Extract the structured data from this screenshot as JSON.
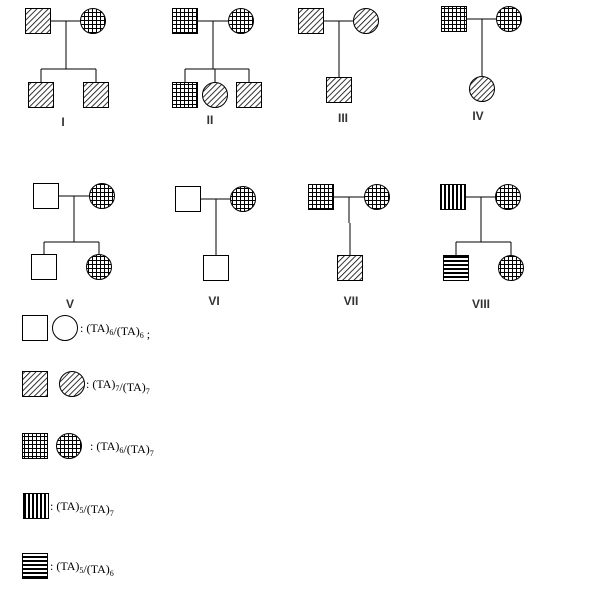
{
  "patterns": {
    "white": "plain",
    "diag": "diagonal-hatch",
    "grid": "grid-hatch",
    "vert": "vertical-stripes",
    "horiz": "horizontal-stripes"
  },
  "families": [
    {
      "label": "I",
      "father": "diag",
      "mother": "grid",
      "children": [
        {
          "sex": "M",
          "pattern": "diag"
        },
        {
          "sex": "M",
          "pattern": "diag"
        }
      ]
    },
    {
      "label": "II",
      "father": "grid",
      "mother": "grid",
      "children": [
        {
          "sex": "M",
          "pattern": "grid"
        },
        {
          "sex": "F",
          "pattern": "diag"
        },
        {
          "sex": "M",
          "pattern": "diag"
        }
      ]
    },
    {
      "label": "III",
      "father": "diag",
      "mother": "diag",
      "children": [
        {
          "sex": "M",
          "pattern": "diag"
        }
      ]
    },
    {
      "label": "IV",
      "father": "grid",
      "mother": "grid",
      "children": [
        {
          "sex": "F",
          "pattern": "diag"
        }
      ]
    },
    {
      "label": "V",
      "father": "white",
      "mother": "grid",
      "children": [
        {
          "sex": "M",
          "pattern": "white"
        },
        {
          "sex": "F",
          "pattern": "grid"
        }
      ]
    },
    {
      "label": "VI",
      "father": "white",
      "mother": "grid",
      "children": [
        {
          "sex": "M",
          "pattern": "white"
        }
      ]
    },
    {
      "label": "VII",
      "father": "grid",
      "mother": "grid",
      "children": [
        {
          "sex": "M",
          "pattern": "diag"
        }
      ]
    },
    {
      "label": "VIII",
      "father": "vert",
      "mother": "grid",
      "children": [
        {
          "sex": "M",
          "pattern": "horiz"
        },
        {
          "sex": "F",
          "pattern": "grid"
        }
      ]
    }
  ],
  "legend": [
    {
      "symbols": [
        "M:white",
        "F:white"
      ],
      "prefix": ": ",
      "a1": "(TA)",
      "s1": "6",
      "mid": "/(TA)",
      "s2": "6",
      "suffix": " ;"
    },
    {
      "symbols": [
        "M:diag",
        "F:diag"
      ],
      "prefix": ": ",
      "a1": "(TA)",
      "s1": "7",
      "mid": "/(TA)",
      "s2": "7",
      "suffix": ""
    },
    {
      "symbols": [
        "M:grid",
        "F:grid"
      ],
      "prefix": " : ",
      "a1": "(TA)",
      "s1": "6",
      "mid": "/(TA)",
      "s2": "7",
      "suffix": ""
    },
    {
      "symbols": [
        "M:vert"
      ],
      "prefix": ": ",
      "a1": "(TA)",
      "s1": "5",
      "mid": "/(TA)",
      "s2": "7",
      "suffix": ""
    },
    {
      "symbols": [
        "M:horiz"
      ],
      "prefix": ": ",
      "a1": "(TA)",
      "s1": "5",
      "mid": "/(TA)",
      "s2": "6",
      "suffix": ""
    }
  ]
}
